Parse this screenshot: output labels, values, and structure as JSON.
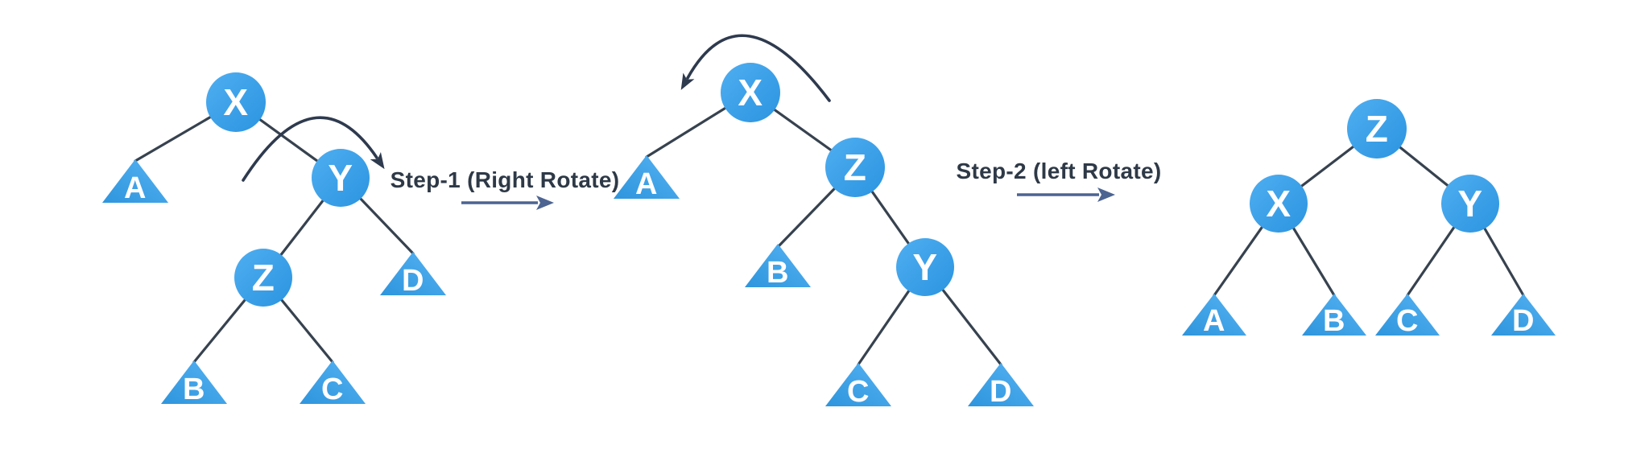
{
  "colors": {
    "background": "#ffffff",
    "node_gradient_light": "#4FAEF1",
    "node_gradient_dark": "#2B94E0",
    "triangle_gradient_light": "#55B2F2",
    "triangle_gradient_dark": "#2E95DD",
    "edge": "#37424F",
    "curved_arrow": "#2E3A4E",
    "step_arrow": "#4C6492",
    "step_text": "#2E3947",
    "node_label_text": "#ffffff"
  },
  "steps": [
    {
      "label": "Step-1 (Right Rotate)"
    },
    {
      "label": "Step-2 (left Rotate)"
    }
  ],
  "trees": [
    {
      "name": "initial-tree",
      "circles": [
        {
          "label": "X"
        },
        {
          "label": "Y"
        },
        {
          "label": "Z"
        }
      ],
      "triangles": [
        {
          "label": "A"
        },
        {
          "label": "D"
        },
        {
          "label": "B"
        },
        {
          "label": "C"
        }
      ]
    },
    {
      "name": "after-right-rotate",
      "circles": [
        {
          "label": "X"
        },
        {
          "label": "Z"
        },
        {
          "label": "Y"
        }
      ],
      "triangles": [
        {
          "label": "A"
        },
        {
          "label": "B"
        },
        {
          "label": "C"
        },
        {
          "label": "D"
        }
      ]
    },
    {
      "name": "after-left-rotate",
      "circles": [
        {
          "label": "Z"
        },
        {
          "label": "X"
        },
        {
          "label": "Y"
        }
      ],
      "triangles": [
        {
          "label": "A"
        },
        {
          "label": "B"
        },
        {
          "label": "C"
        },
        {
          "label": "D"
        }
      ]
    }
  ]
}
